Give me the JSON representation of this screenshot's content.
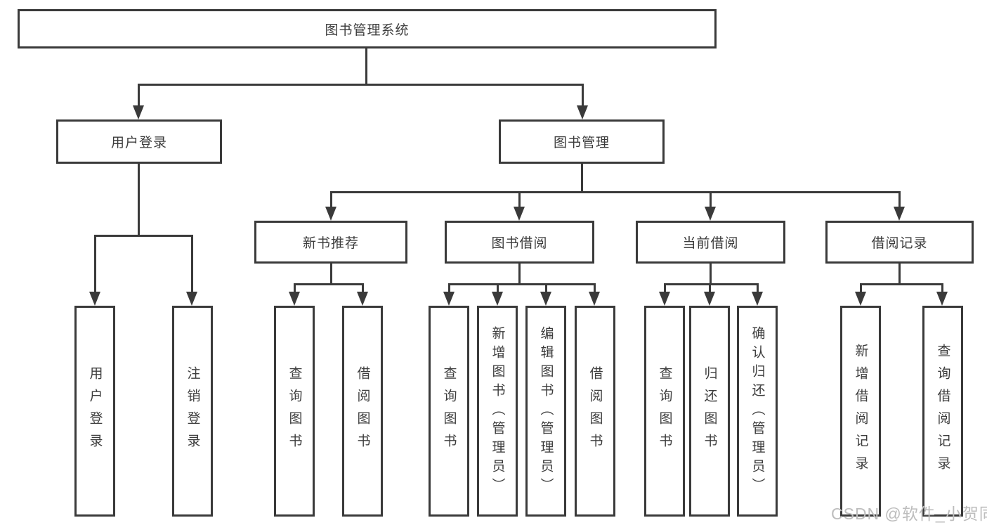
{
  "tree": {
    "root": {
      "label": "图书管理系统"
    },
    "branches": [
      {
        "label": "用户登录",
        "children": [
          {
            "label": "用户登录"
          },
          {
            "label": "注销登录"
          }
        ]
      },
      {
        "label": "图书管理",
        "children": [
          {
            "label": "新书推荐",
            "children": [
              {
                "label": "查询图书"
              },
              {
                "label": "借阅图书"
              }
            ]
          },
          {
            "label": "图书借阅",
            "children": [
              {
                "label": "查询图书"
              },
              {
                "label": "新增图书（管理员）"
              },
              {
                "label": "编辑图书（管理员）"
              },
              {
                "label": "借阅图书"
              }
            ]
          },
          {
            "label": "当前借阅",
            "children": [
              {
                "label": "查询图书"
              },
              {
                "label": "归还图书"
              },
              {
                "label": "确认归还（管理员）"
              }
            ]
          },
          {
            "label": "借阅记录",
            "children": [
              {
                "label": "新增借阅记录"
              },
              {
                "label": "查询借阅记录"
              }
            ]
          }
        ]
      }
    ]
  },
  "watermark": {
    "text": "CSDN @软件_小贺同学"
  },
  "colors": {
    "line": "#3a3a3a",
    "text": "#3c3c3c",
    "bg": "#ffffff",
    "watermark": "#bdbdbd"
  }
}
